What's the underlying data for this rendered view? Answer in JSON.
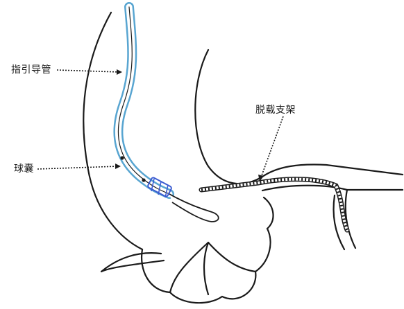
{
  "labels": {
    "guide_catheter": "指引导管",
    "balloon": "球囊",
    "detached_stent": "脱载支架"
  },
  "colors": {
    "outline": "#1a1a1a",
    "guide_catheter_highlight": "#3b95c9",
    "balloon": "#3a5bd1",
    "background": "#ffffff"
  }
}
